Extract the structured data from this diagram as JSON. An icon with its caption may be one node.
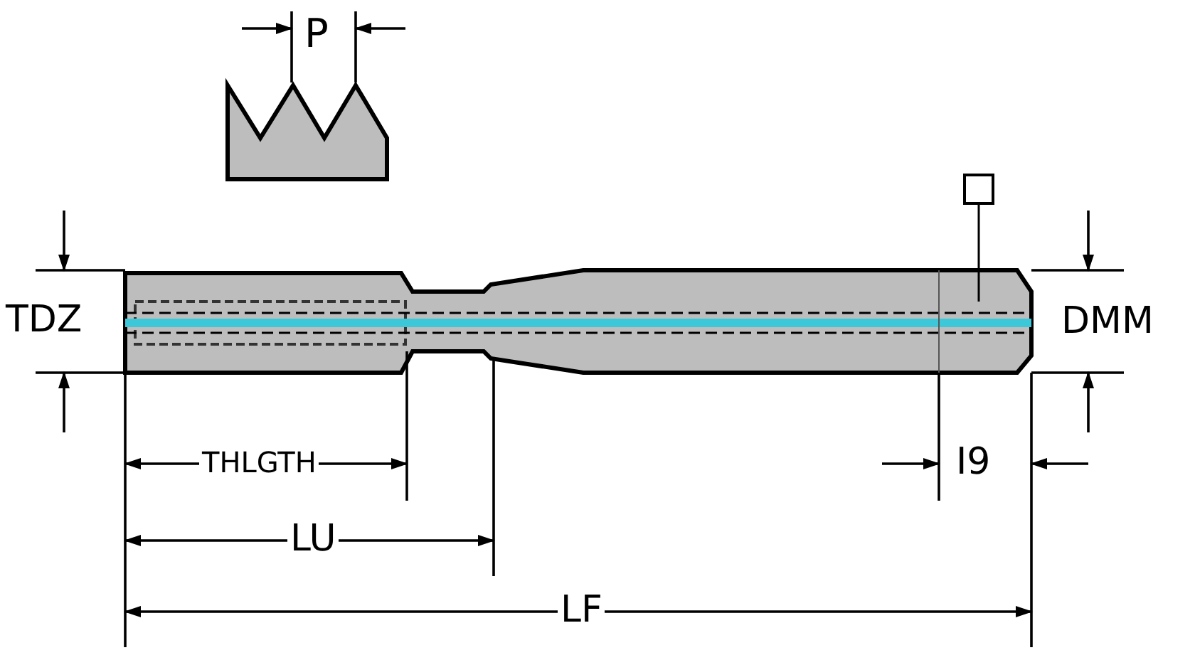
{
  "diagram": {
    "labels": [
      "P",
      "TDZ",
      "DMM",
      "THLGTH",
      "LU",
      "LF",
      "I9"
    ]
  }
}
